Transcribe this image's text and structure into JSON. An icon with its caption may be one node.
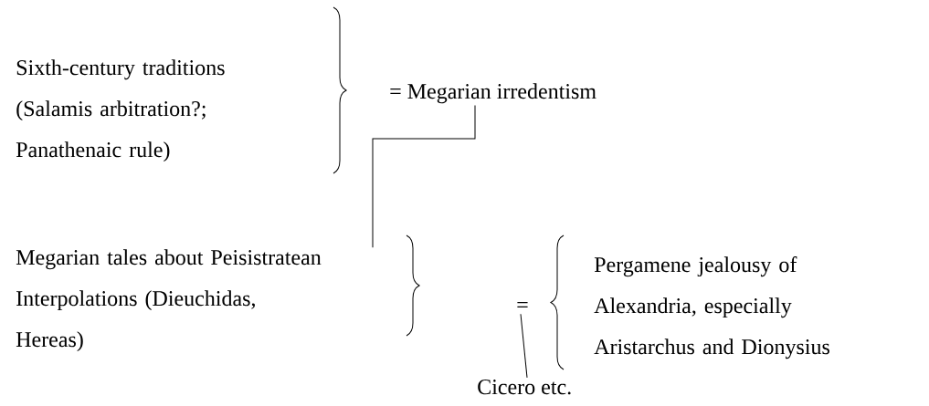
{
  "diagram": {
    "nodes": [
      {
        "text": [
          "Sixth-century traditions (Salamis arbitration?; Panathenaic rule)"
        ]
      },
      {
        "text": [
          "= Megarian irredentism"
        ]
      },
      {
        "text": [
          "Megarian tales about Peisistratean Interpolations (Dieuchidas, Hereas)"
        ]
      },
      {
        "text": [
          "="
        ]
      },
      {
        "text": [
          "Pergamene jealousy of Alexandria, especially Aristarchus and Dionysius"
        ]
      },
      {
        "text": [
          "Cicero etc."
        ]
      }
    ],
    "edges": [
      {
        "from": 1,
        "to": 2,
        "arrow": "none"
      },
      {
        "from": 3,
        "to": 5,
        "arrow": "none"
      }
    ]
  }
}
